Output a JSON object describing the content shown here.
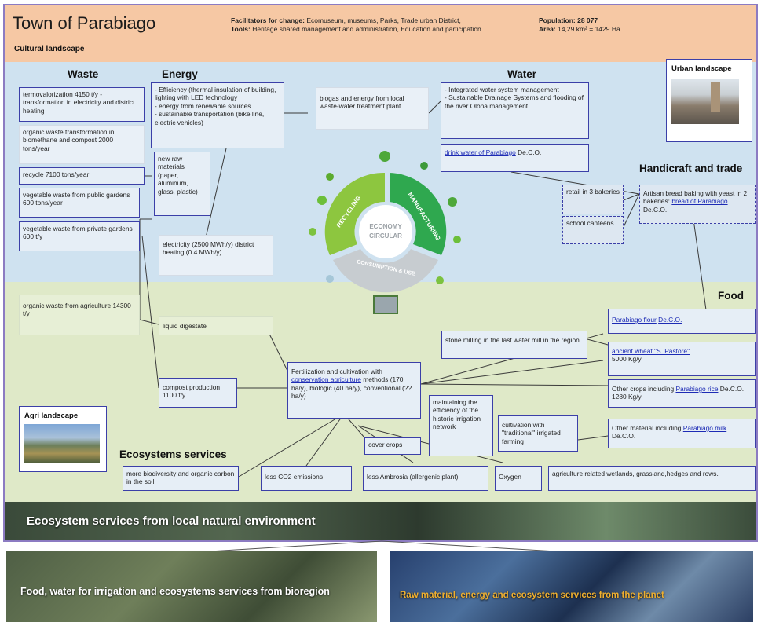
{
  "header": {
    "title": "Town of Parabiago",
    "cultural_landscape": "Cultural landscape",
    "facilitators_label": "Facilitators for change:",
    "facilitators_text": " Ecomuseum, museums, Parks,  Trade urban District,",
    "tools_label": "Tools:",
    "tools_text": " Heritage shared management and administration, Education and participation",
    "population_label": "Population: 28 077",
    "area_label": "Area:",
    "area_text": " 14,29 km² = 1429 Ha"
  },
  "headings": {
    "waste": "Waste",
    "energy": "Energy",
    "water": "Water",
    "urban": "Urban landscape",
    "handicraft": "Handicraft and trade",
    "food": "Food",
    "agri": "Agri landscape",
    "ecosystems": "Ecosystems services"
  },
  "waste": {
    "b1": "termovalorization 4150 t/y - transformation in electricity and district heating",
    "b2": "organic waste transformation in biomethane and compost 2000 tons/year",
    "b3": "recycle 7100 tons/year",
    "b4": "vegetable  waste from public gardens 600 tons/year",
    "b5": "vegetable  waste from private gardens 600 t/y",
    "b6": "organic waste from agriculture 14300 t/y"
  },
  "energy": {
    "b1": "- Efficiency (thermal insulation of building, lighting with LED technology\n- energy from renewable sources\n- sustainable transportation (bike line, electric vehicles)",
    "materials": "new raw materials (paper, aluminum, glass, plastic)",
    "electricity": "electricity (2500 MWh/y) district heating (0.4 MWh/y)",
    "digestate": "liquid digestate",
    "compost": "compost production 1100 t/y"
  },
  "water": {
    "biogas": "biogas and energy from local waste-water treatment plant",
    "management": "- Integrated water system management\n- Sustainable Drainage Systems and flooding of the river Olona management",
    "drink_link": "drink water of Parabiago",
    "drink_suffix": " De.C.O."
  },
  "handicraft": {
    "retail": "retail in 3 bakeries",
    "canteens": "school canteens",
    "bread_text": "Artisan bread baking with yeast in 2 bakeries: ",
    "bread_link": "bread of Parabiago",
    "bread_suffix": " De.C.O."
  },
  "food": {
    "flour_link": "Parabiago flour",
    "flour_link2": "De.C.O.",
    "stone_mill": "stone milling in the last water mill in the region",
    "wheat_link": "ancient wheat \"S. Pastore\"",
    "wheat_qty": "5000 Kg/y",
    "fert_text1": "Fertilization and cultivation with ",
    "fert_link": "conservation agriculture",
    "fert_text2": " methods (170 ha/y), biologic (40 ha/y), conventional (?? ha/y)",
    "rice_text": "Other crops including ",
    "rice_link": "Parabiago rice",
    "rice_suffix": " De.C.O. 1280 Kg/y",
    "irrigation": "maintaining the efficiency of the historic irrigation network",
    "traditional": "cultivation with \"traditional\" irrigated farming",
    "milk_text": "Other material including ",
    "milk_link": "Parabiago milk",
    "milk_suffix": " De.C.O."
  },
  "eco": {
    "cover": "cover crops",
    "biodiversity": "more biodiversity and organic carbon in the soil",
    "co2": "less CO2 emissions",
    "ambrosia": "less Ambrosia (allergenic plant)",
    "oxygen": "Oxygen",
    "wetlands": "agriculture related wetlands, grassland,hedges and rows."
  },
  "emblem": {
    "center_line1": "ECONOMY",
    "center_line2": "CIRCULAR",
    "recycling": "RECYCLING",
    "manufacturing": "MANUFACTURING",
    "consumption": "CONSUMPTION & USE"
  },
  "footer": {
    "forest": "Ecosystem services from local natural environment",
    "left": "Food, water for irrigation and ecosystems services from bioregion",
    "right": "Raw material, energy and ecosystem services from the planet"
  }
}
